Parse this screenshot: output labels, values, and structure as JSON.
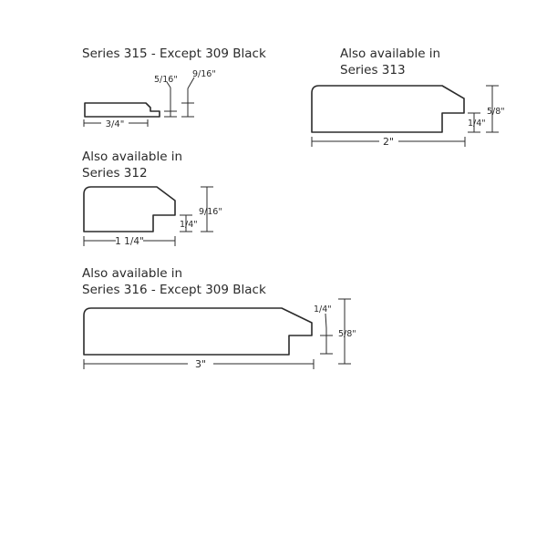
{
  "profiles": {
    "s315": {
      "caption": [
        "Series 315 - Except 309 Black"
      ],
      "dims": {
        "width": "3/4\"",
        "step": "5/16\"",
        "height": "9/16\""
      }
    },
    "s313": {
      "caption": [
        "Also available in",
        "Series 313"
      ],
      "dims": {
        "width": "2\"",
        "step": "1/4\"",
        "height": "5/8\""
      }
    },
    "s312": {
      "caption": [
        "Also available in",
        "Series 312"
      ],
      "dims": {
        "width": "1 1/4\"",
        "step": "1/4\"",
        "height": "9/16\""
      }
    },
    "s316": {
      "caption": [
        "Also available in",
        "Series 316 - Except 309 Black"
      ],
      "dims": {
        "width": "3\"",
        "step": "1/4\"",
        "height": "5/8\""
      }
    }
  }
}
